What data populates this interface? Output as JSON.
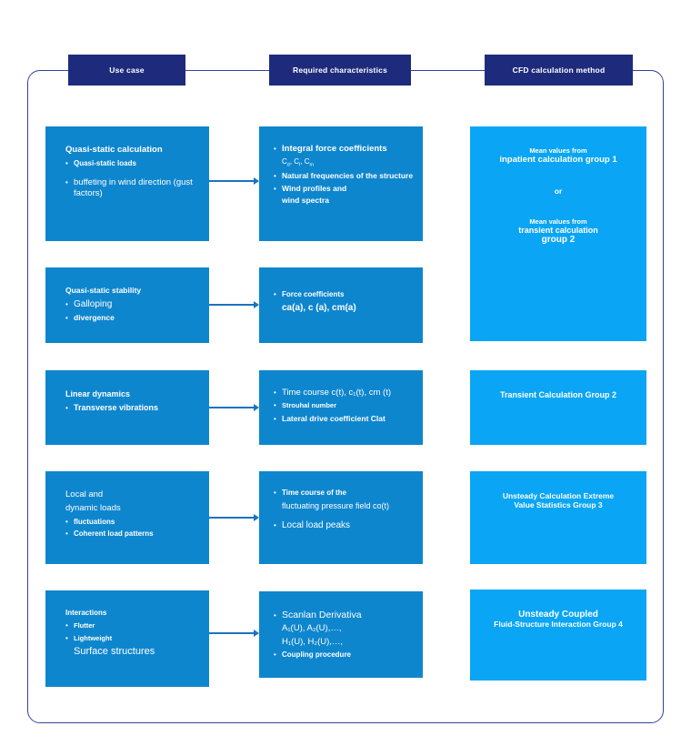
{
  "colors": {
    "header_bg": "#1e2b7d",
    "box_blue": "#0e86ce",
    "box_light": "#0aa5f4",
    "frame_border": "#35429a",
    "arrow": "#1a73c0",
    "text": "#ffffff"
  },
  "headers": {
    "use_case": "Use case",
    "required": "Required characteristics",
    "cfd": "CFD calculation method"
  },
  "boxes": {
    "uc1": {
      "title": "Quasi-static calculation",
      "b1": "Quasi-static loads",
      "b2": "buffeting in wind direction (gust factors)"
    },
    "uc2": {
      "title": "Quasi-static stability",
      "b1": "Galloping",
      "b2": "divergence"
    },
    "uc3": {
      "title": "Linear dynamics",
      "b1": "Transverse vibrations"
    },
    "uc4": {
      "title1": "Local and",
      "title2": "dynamic loads",
      "b1": "fluctuations",
      "b2": "Coherent load patterns"
    },
    "uc5": {
      "title": "Interactions",
      "b1": "Flutter",
      "b2": "Lightweight",
      "l4": "Surface structures"
    },
    "rc1": {
      "b1": "Integral force coefficients",
      "coeffs": [
        {
          "t": "C"
        },
        {
          "t": "d",
          "sub": true
        },
        {
          "t": ", C"
        },
        {
          "t": "l",
          "sub": true
        },
        {
          "t": ", C"
        },
        {
          "t": "m",
          "sub": true
        }
      ],
      "b2": "Natural frequencies of the structure",
      "b3a": "Wind profiles and",
      "b3b": "wind spectra"
    },
    "rc2": {
      "b1": "Force coefficients",
      "l2": "ca(a), c (a), cm(a)"
    },
    "rc3": {
      "b1": "Time course c(t), c₁(t), cm (t)",
      "b2": "Strouhal number",
      "b3": "Lateral drive coefficient Clat"
    },
    "rc4": {
      "b1a": "Time course of the",
      "b1b": "fluctuating pressure field co(t)",
      "b2": "Local load peaks"
    },
    "rc5": {
      "b1a": "Scanlan Derivativa",
      "b1b": "A₁(U), A₂(U),…,",
      "b1c": "H₁(U), H₂(U),…,",
      "b2": "Coupling procedure"
    },
    "c1": {
      "l1": "Mean values from",
      "l2": "inpatient calculation group 1",
      "or": "or",
      "l4": "Mean values from",
      "l5": "transient calculation",
      "l6": "group 2"
    },
    "c3": {
      "l1": "Transient Calculation Group 2"
    },
    "c4": {
      "l1": "Unsteady Calculation Extreme",
      "l2": "Value Statistics Group 3"
    },
    "c5": {
      "l1": "Unsteady Coupled",
      "l2": "Fluid-Structure Interaction Group 4"
    }
  }
}
